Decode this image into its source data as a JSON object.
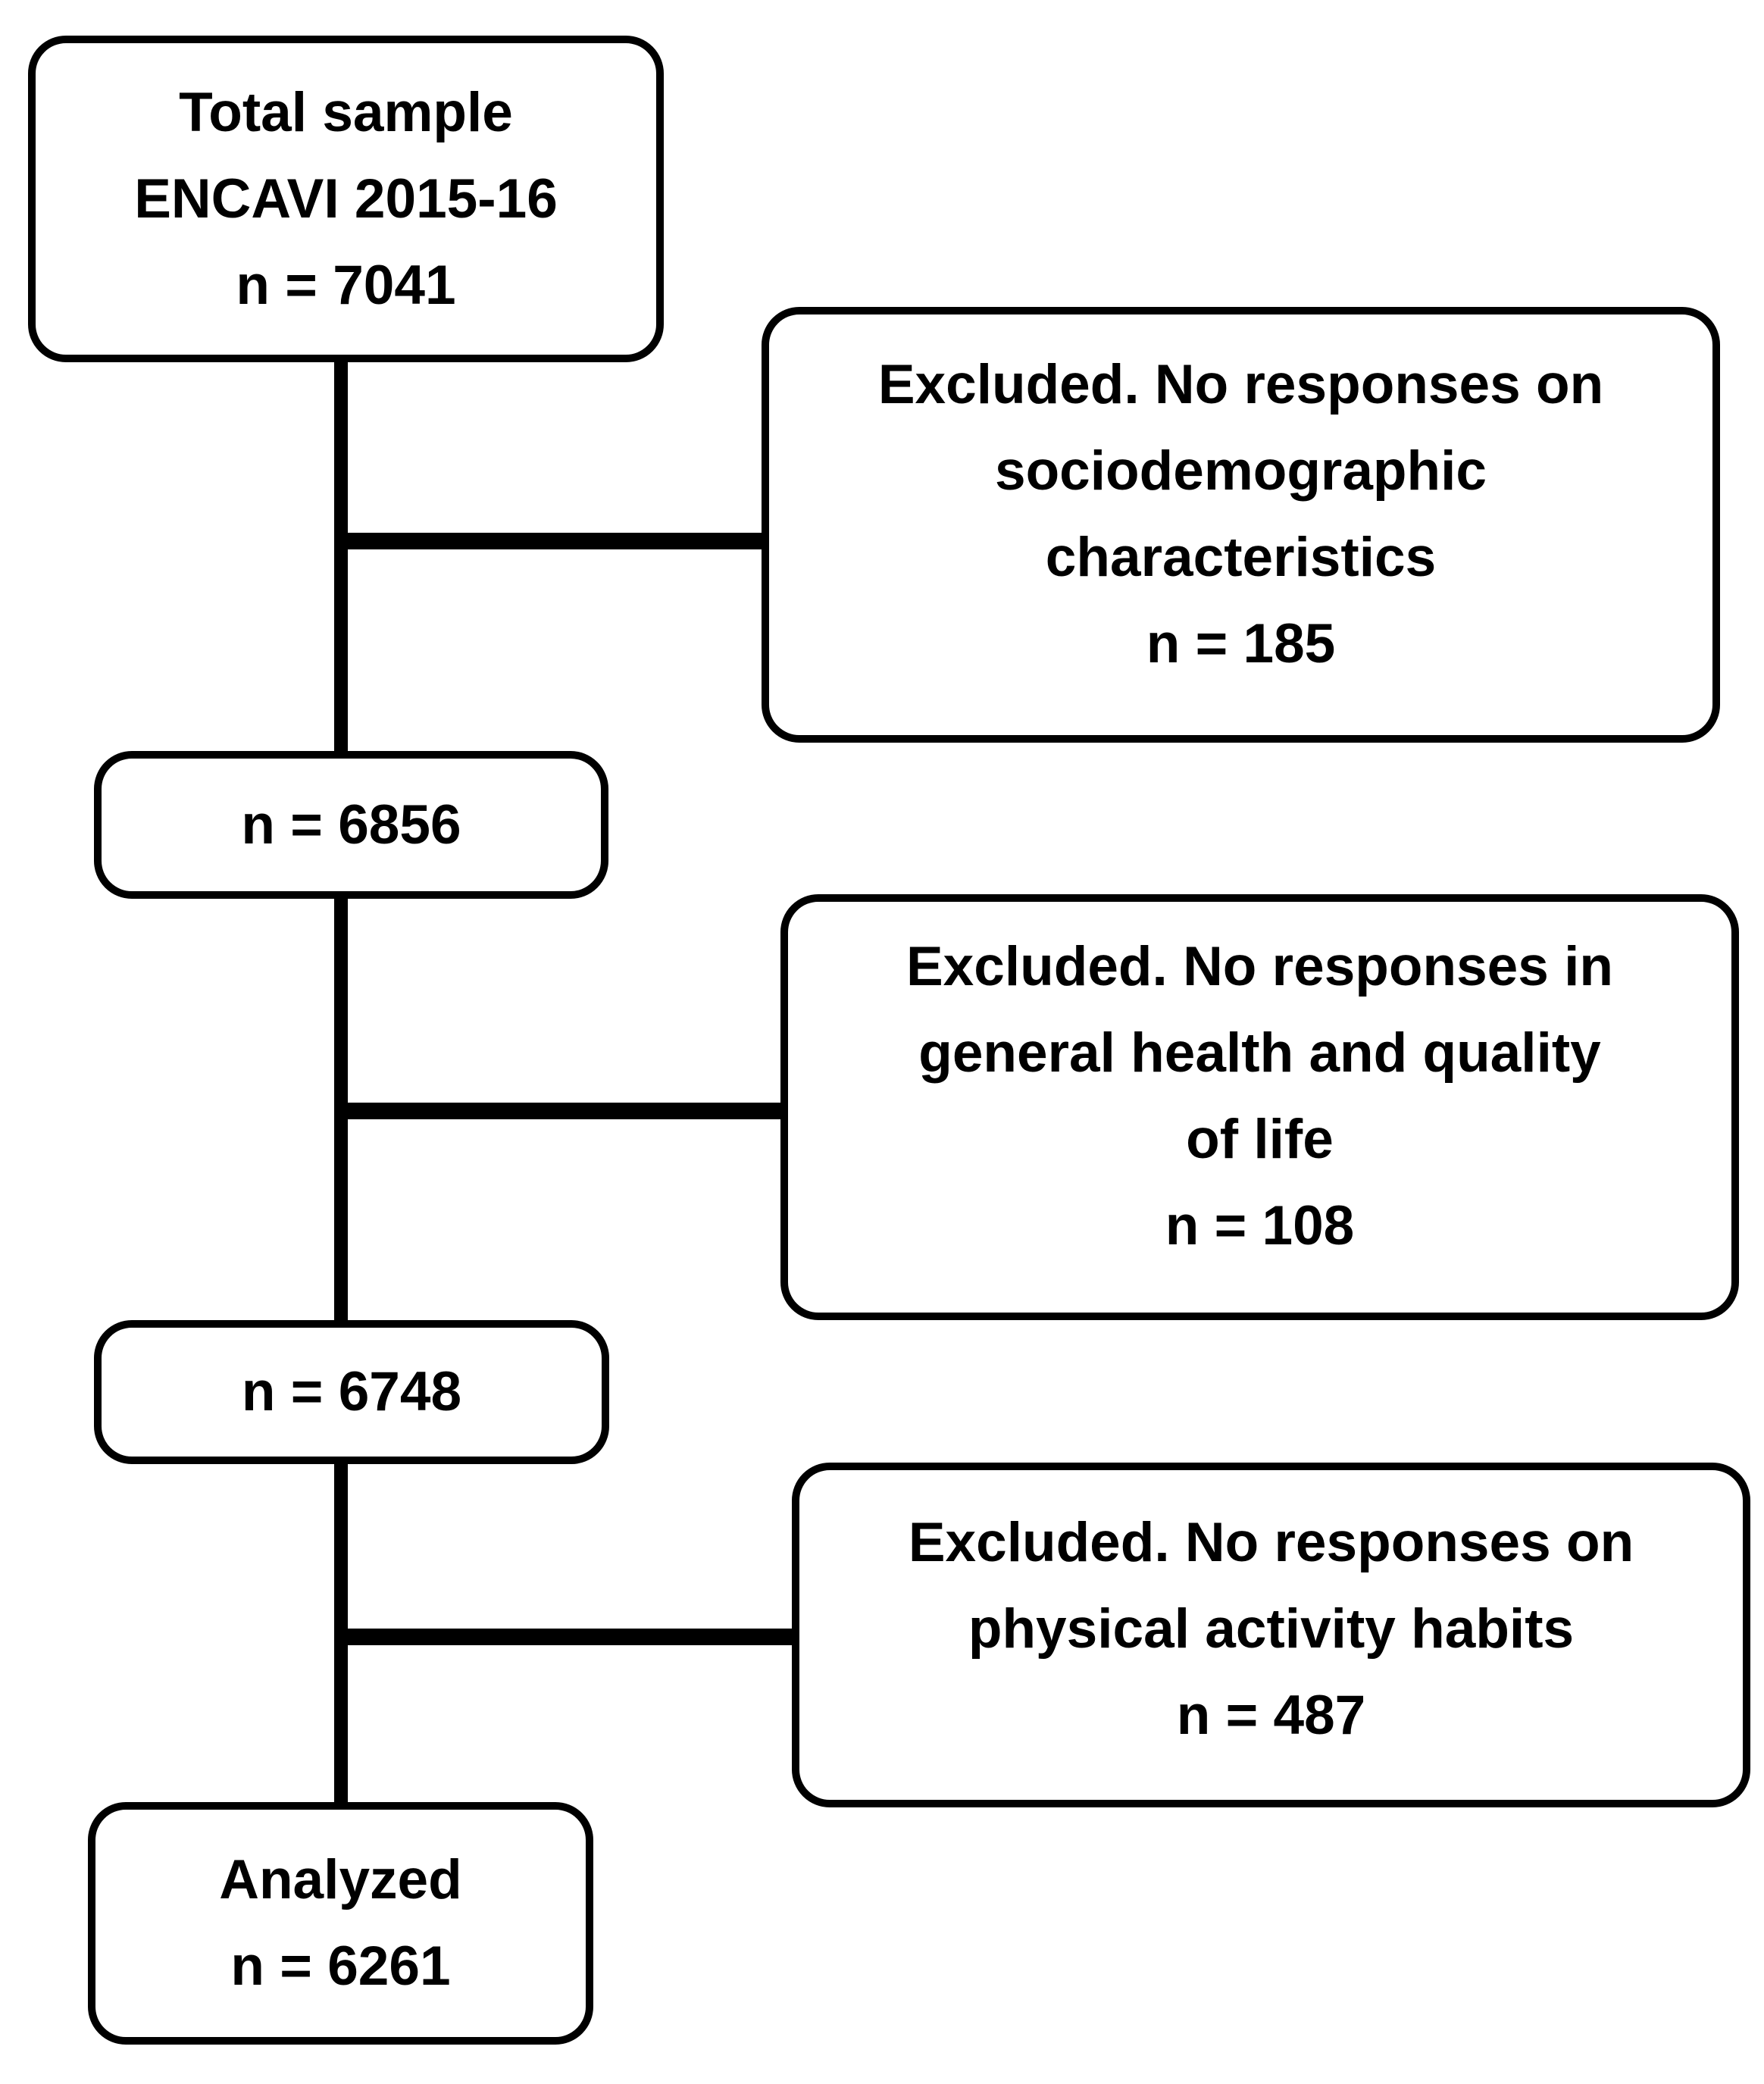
{
  "colors": {
    "ink": "#000000",
    "background": "#ffffff"
  },
  "flowchart": {
    "total_box": {
      "lines": [
        "Total sample",
        "ENCAVI 2015-16",
        "n = 7041"
      ]
    },
    "excluded_boxes": [
      {
        "lines": [
          "Excluded. No responses on",
          "sociodemographic",
          "characteristics",
          "n = 185"
        ]
      },
      {
        "lines": [
          "Excluded. No responses in",
          "general health and quality",
          "of life",
          "n = 108"
        ]
      },
      {
        "lines": [
          "Excluded. No responses on",
          "physical activity habits",
          "n = 487"
        ]
      }
    ],
    "step_boxes": [
      {
        "lines": [
          "n = 6856"
        ]
      },
      {
        "lines": [
          "n = 6748"
        ]
      }
    ],
    "analyzed_box": {
      "lines": [
        "Analyzed",
        "n = 6261"
      ]
    }
  }
}
